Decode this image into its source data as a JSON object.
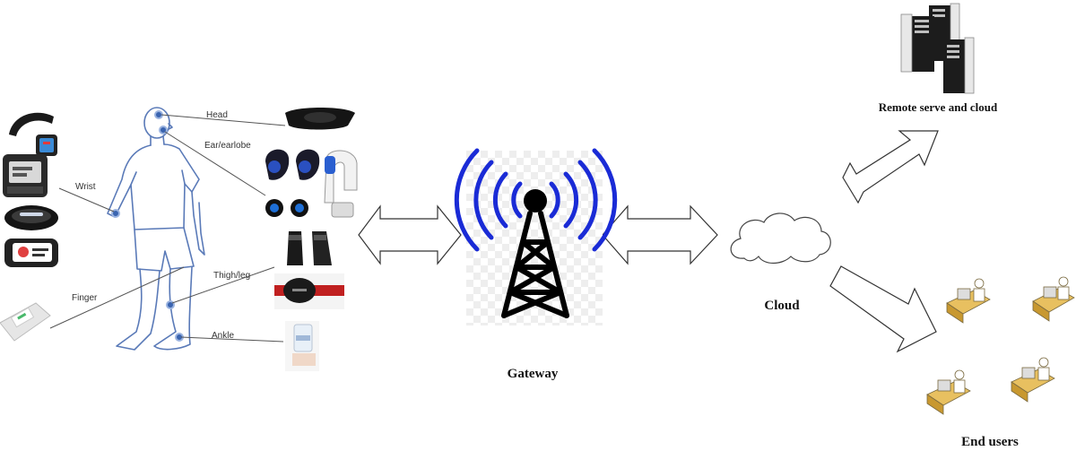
{
  "labels": {
    "head": "Head",
    "ear": "Ear/earlobe",
    "wrist": "Wrist",
    "finger": "Finger",
    "thigh": "Thigh/leg",
    "ankle": "Ankle",
    "gateway": "Gateway",
    "cloud": "Cloud",
    "remote": "Remote serve and cloud",
    "end_users": "End users"
  },
  "device_icons": [
    "headband-device",
    "earbud-device",
    "ear-clip-device",
    "smart-watch",
    "fitness-watch",
    "wrist-band",
    "pulse-oximeter-watch",
    "finger-oximeter",
    "leg-sensor",
    "thigh-strap",
    "ankle-sensor"
  ],
  "colors": {
    "body_outline": "#5a7ab8",
    "sensor_dot": "#3a64b0",
    "signal_waves": "#1a2bd6",
    "tower": "#000000",
    "arrow_outline": "#333333"
  }
}
